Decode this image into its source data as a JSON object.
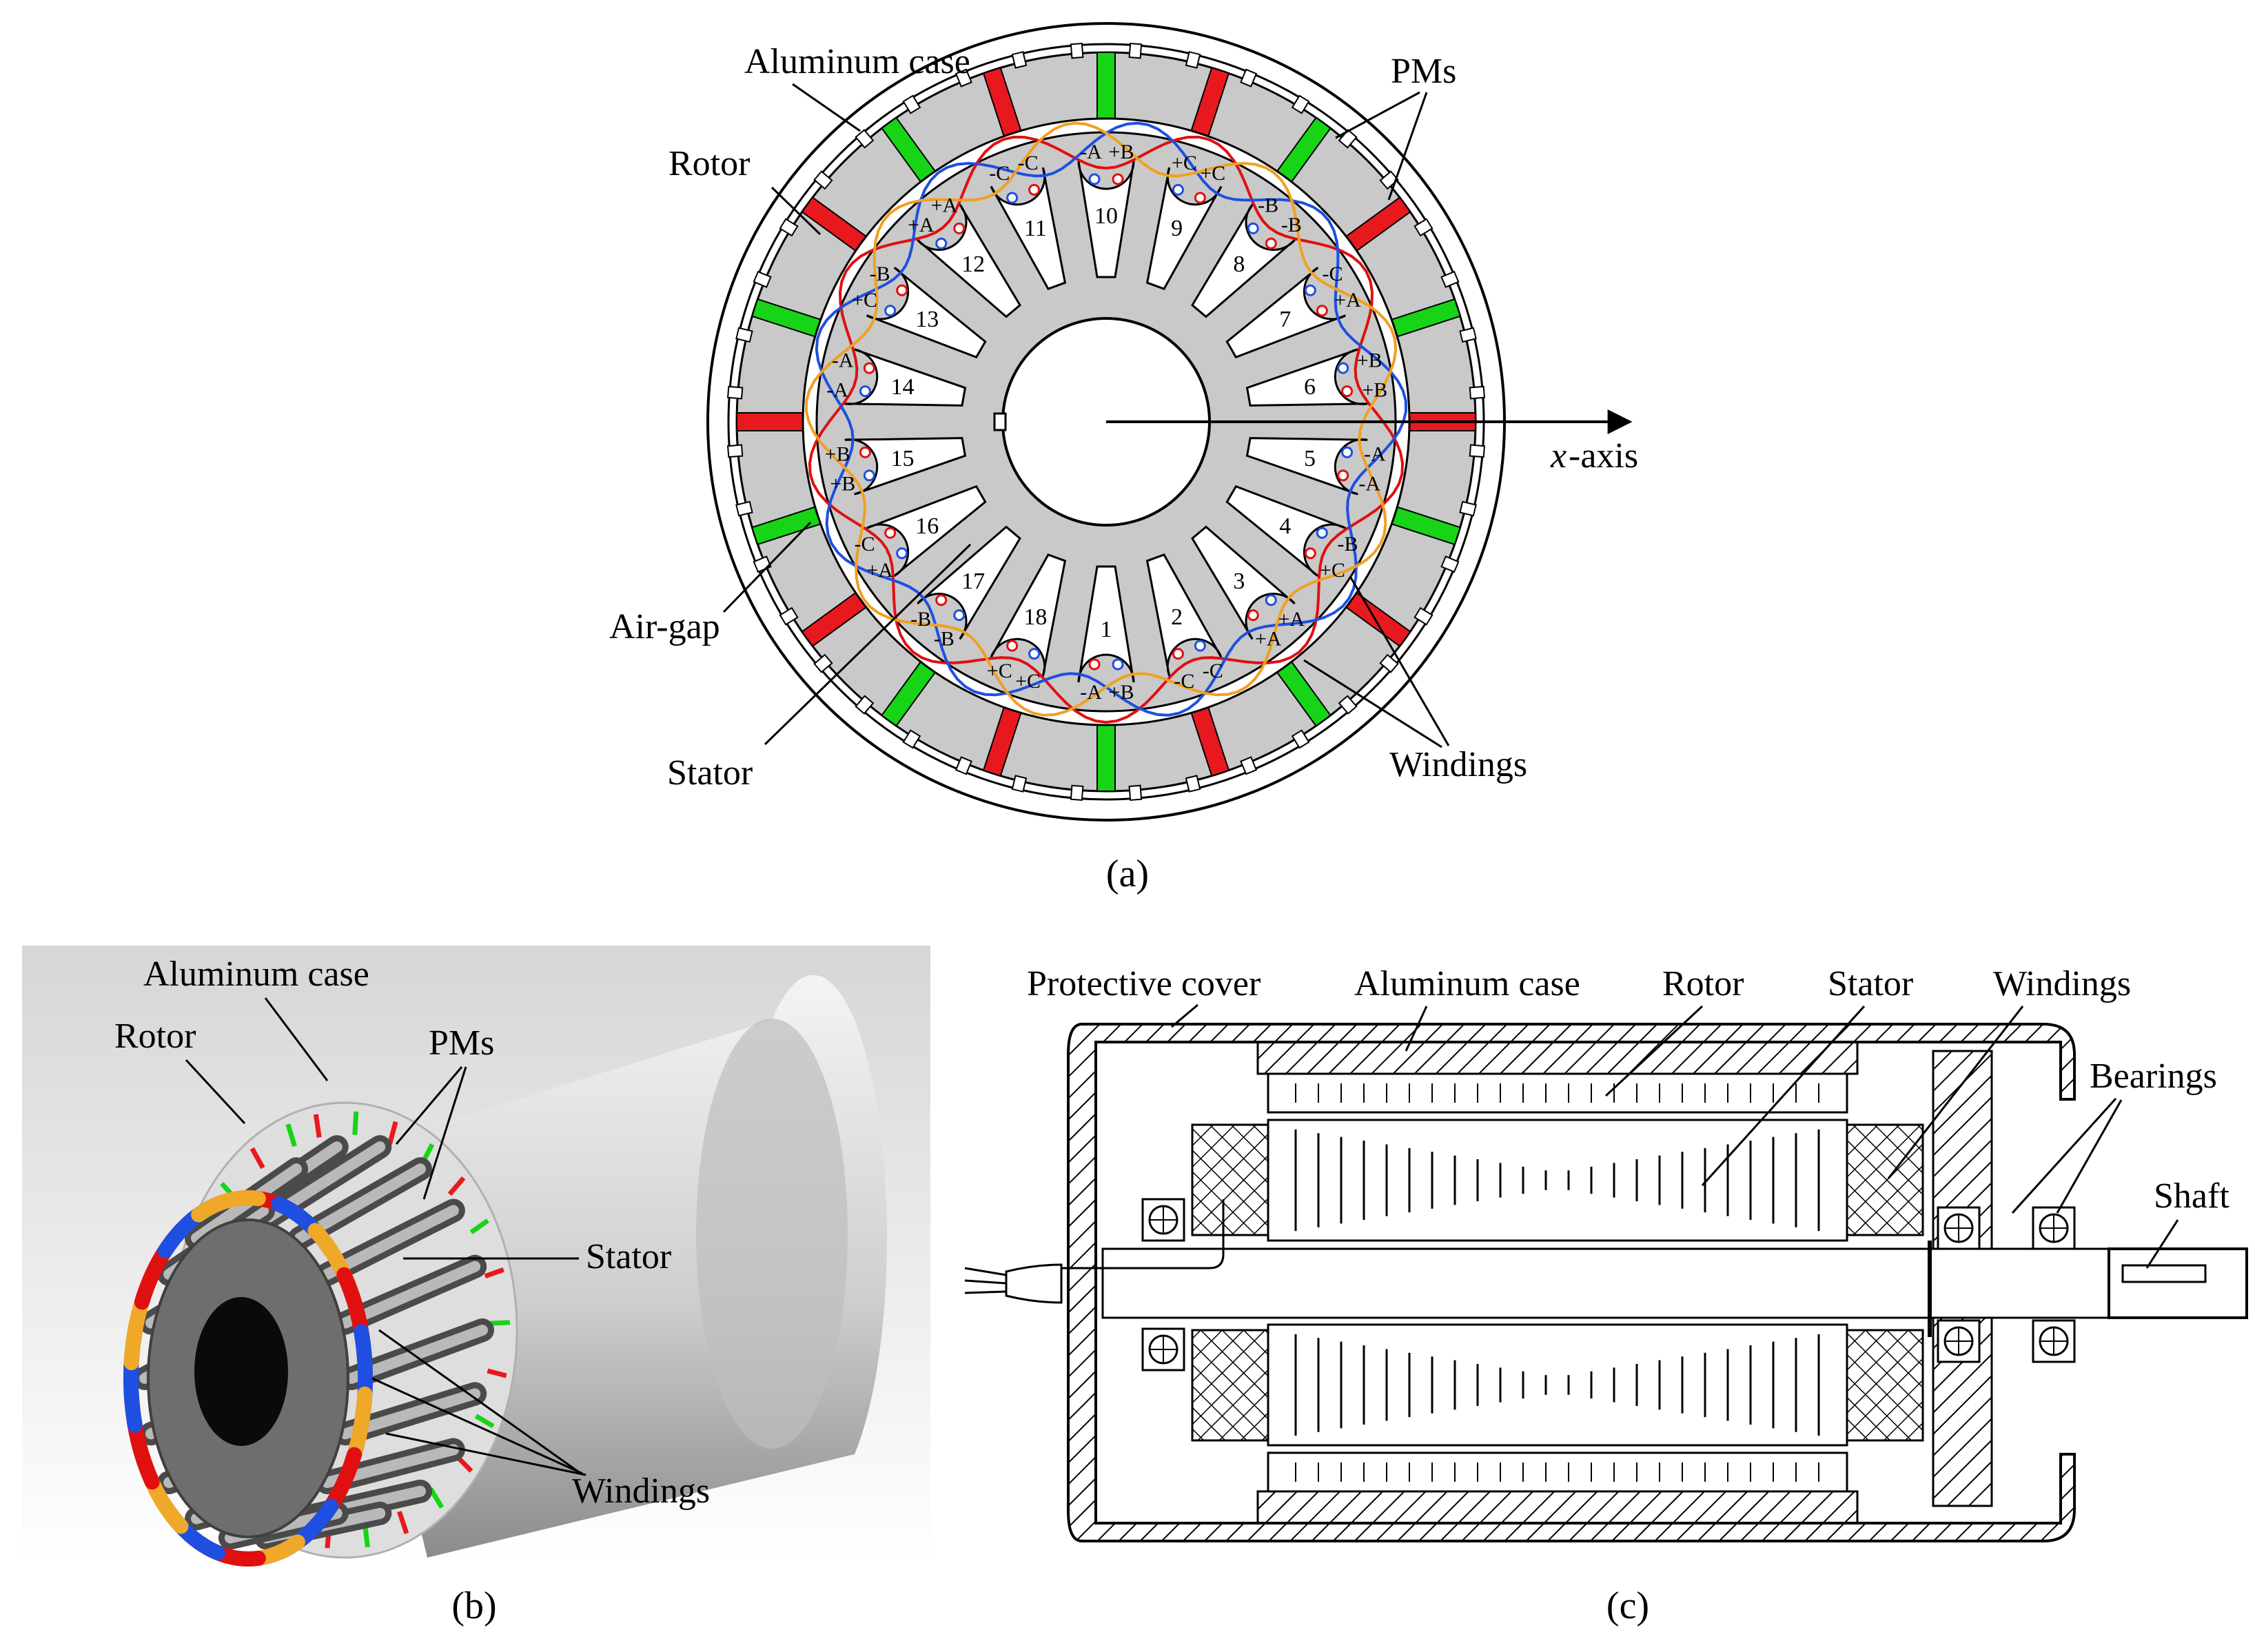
{
  "panel_a": {
    "labels": {
      "aluminum_case": "Aluminum case",
      "rotor": "Rotor",
      "pms": "PMs",
      "air_gap": "Air-gap",
      "stator": "Stator",
      "windings": "Windings",
      "x_axis_italic": "x",
      "x_axis_rest": "-axis"
    },
    "slots": [
      "1",
      "2",
      "3",
      "4",
      "5",
      "6",
      "7",
      "8",
      "9",
      "10",
      "11",
      "12",
      "13",
      "14",
      "15",
      "16",
      "17",
      "18"
    ],
    "phases": [
      [
        "+B",
        "-A"
      ],
      [
        "-C",
        "-C"
      ],
      [
        "+A",
        "+A"
      ],
      [
        "-B",
        "+C"
      ],
      [
        "-A",
        "-A"
      ],
      [
        "+B",
        "+B"
      ],
      [
        "-C",
        "+A"
      ],
      [
        "-B",
        "-B"
      ],
      [
        "+C",
        "+C"
      ],
      [
        "-A",
        "+B"
      ],
      [
        "-C",
        "-C"
      ],
      [
        "+A",
        "+A"
      ],
      [
        "+C",
        "-B"
      ],
      [
        "-A",
        "-A"
      ],
      [
        "+B",
        "+B"
      ],
      [
        "+A",
        "-C"
      ],
      [
        "-B",
        "-B"
      ],
      [
        "+C",
        "+C"
      ]
    ],
    "caption": "(a)",
    "colors": {
      "pm_red": "#e8191e",
      "pm_green": "#17d417",
      "iron": "#c9c9c9",
      "phase_a": "#e01010",
      "phase_b": "#1f4fe0",
      "phase_c": "#f0a020"
    }
  },
  "panel_b": {
    "labels": {
      "aluminum_case": "Aluminum case",
      "rotor": "Rotor",
      "pms": "PMs",
      "stator": "Stator",
      "windings": "Windings"
    },
    "caption": "(b)"
  },
  "panel_c": {
    "labels": {
      "protective_cover": "Protective cover",
      "aluminum_case": "Aluminum case",
      "rotor": "Rotor",
      "stator": "Stator",
      "windings": "Windings",
      "bearings": "Bearings",
      "shaft": "Shaft"
    },
    "caption": "(c)"
  }
}
